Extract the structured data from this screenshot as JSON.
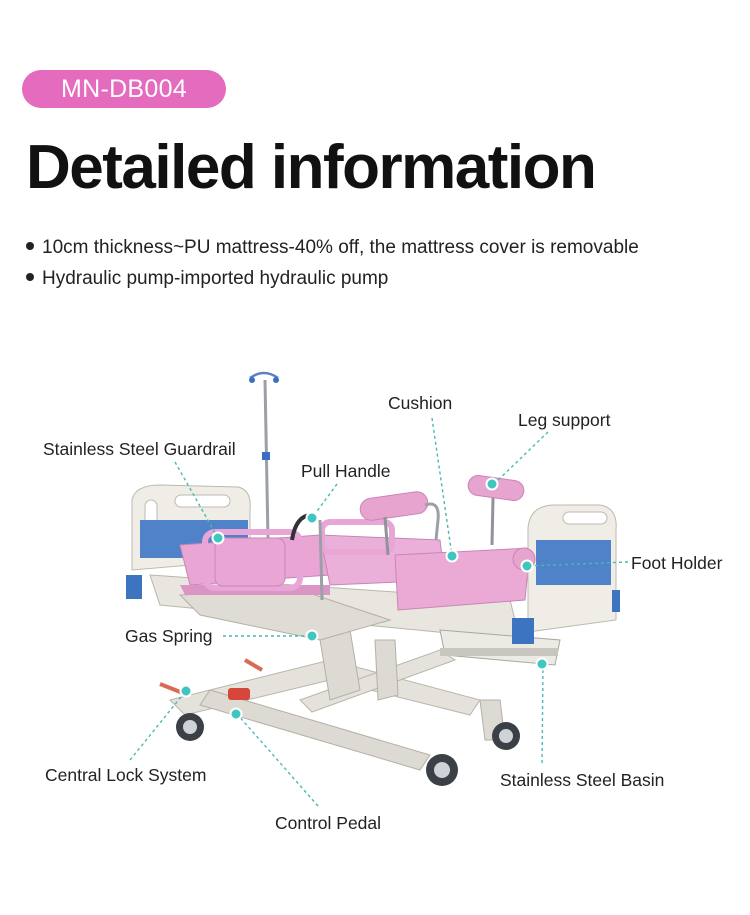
{
  "model_badge": "MN-DB004",
  "heading": "Detailed information",
  "features": [
    "10cm thickness~PU mattress-40% off, the mattress cover is removable",
    "Hydraulic pump-imported hydraulic pump"
  ],
  "callouts": {
    "cushion": "Cushion",
    "leg_support": "Leg support",
    "guardrail": "Stainless Steel Guardrail",
    "pull_handle": "Pull Handle",
    "foot_holder": "Foot Holder",
    "gas_spring": "Gas Spring",
    "central_lock": "Central Lock System",
    "basin": "Stainless Steel Basin",
    "control_pedal": "Control Pedal"
  },
  "colors": {
    "badge": "#e46bbd",
    "mattress": "#e9a6d4",
    "panel_blue": "#4f82c8",
    "callout_marker": "#3fc6c0"
  }
}
